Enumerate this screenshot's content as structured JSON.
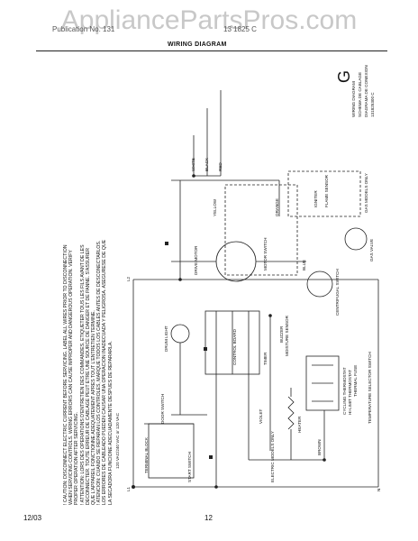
{
  "header": {
    "watermark": "AppliancePartsPros.com",
    "left_text": "Publication No. 131",
    "right_text": "13 1825 C",
    "title": "WIRING DIAGRAM"
  },
  "legend_block": {
    "letter": "G",
    "lines": [
      "WIRING DIAGRAM",
      "SCHEMA DE CABLAGE",
      "DIAGRAMA DE CONEXION",
      "131825300 C"
    ]
  },
  "caution": {
    "lines": [
      "! CAUTION: DISCONNECT ELECTRIC CURRENT BEFORE SERVICING. LABEL ALL WIRES PRIOR TO DISCONNECTION",
      "WHEN SERVICING CONTROLS. WIRING ERRORS CAN CAUSE IMPROPER AND DANGEROUS OPERATION. VERIFY",
      "PROPER OPERATION AFTER SERVICING.",
      "! ATTENTION: LORS DES OPERATIONS D'ENTRETIEN DES COMMANDES, ETIQUETER TOUS LES FILS AVANT DE LES",
      "DECONNECTER. TOUTE ERREUR DE CABLAGE PEUT ETRE UNE SOURCE DE DANGER ET DE PANNE. S'ASSURER",
      "QUE L'APPAREIL FONCTIONNE ADEQUATEMENT APRES TOUT L'ENTRETIEN TERMINE.",
      "! ATENCION: CUANDO SE REPARAN LOS CONTROLES, MARQUE TODOS LOS CABLES ANTES DE DESCONECTARLOS.",
      "LOS ERRORES DE CABLEADO PUEDEN CAUSAR UNA OPERACION INADECUADA Y PELIGROSA. ASEGURESE DE QUE",
      "LA SECADORA FUNCIONE ADECUADAMENTE DESPUES DE REPARARLA."
    ]
  },
  "labels": {
    "supply": "120 VAC/240 VAC or 120 VAC",
    "l1": "L1",
    "l2": "L2",
    "n": "N",
    "door_switch": "DOOR SWITCH",
    "drum_light": "DRUM LIGHT",
    "motor": "DRIVE MOTOR",
    "timer": "TIMER",
    "start_switch": "START SWITCH",
    "heater": "HEATER",
    "thermostat": "CYCLING THERMOSTAT",
    "hi_limit": "HI-LIMIT THERMOSTAT",
    "thermal_fuse": "THERMAL FUSE",
    "buzzer": "BUZZER",
    "moisture": "MOISTURE SENSOR",
    "centrifugal": "CENTRIFUGAL SWITCH",
    "selector": "TEMPERATURE SELECTOR SWITCH",
    "terminal_block": "TERMINAL BLOCK",
    "gas_valve": "GAS VALVE",
    "igniter": "IGNITER",
    "flame_sensor": "FLAME SENSOR",
    "white": "WHITE",
    "black": "BLACK",
    "red": "RED",
    "orange": "ORANGE",
    "blue": "BLUE",
    "violet": "VIOLET",
    "yellow": "YELLOW",
    "brown": "BROWN",
    "motor_switch": "MOTOR SWITCH",
    "electric_only": "ELECTRIC MODELS ONLY",
    "gas_only": "GAS MODELS ONLY",
    "control_board": "CONTROL BOARD"
  },
  "footer": {
    "date": "12/03",
    "page": "12"
  }
}
